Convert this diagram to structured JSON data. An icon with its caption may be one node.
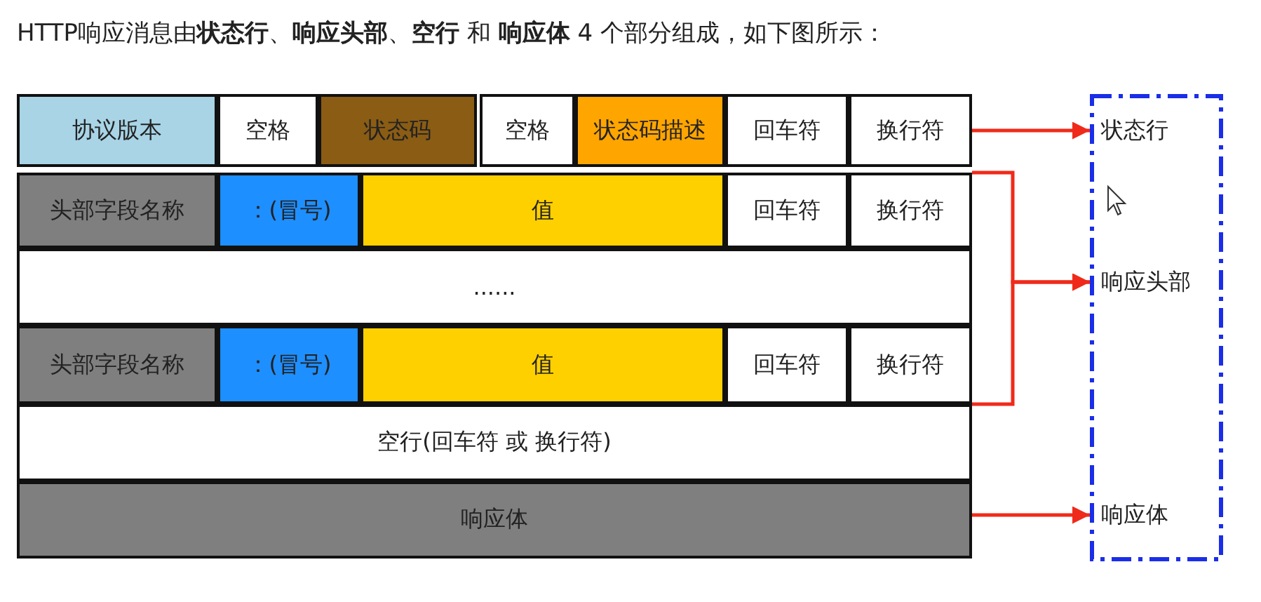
{
  "diagram": {
    "title": "HTTP响应消息由**状态行**、**响应头部**、**空行** 和 **响应体** 4 个部分组成，如下图所示：",
    "nodes": [
      {
        "text": [
          "协议版本"
        ]
      },
      {
        "text": [
          "空格"
        ]
      },
      {
        "text": [
          "状态码"
        ]
      },
      {
        "text": [
          "空格"
        ]
      },
      {
        "text": [
          "状态码描述"
        ]
      },
      {
        "text": [
          "回车符"
        ]
      },
      {
        "text": [
          "换行符"
        ]
      },
      {
        "text": [
          "头部字段名称"
        ]
      },
      {
        "text": [
          "：(冒号)"
        ]
      },
      {
        "text": [
          "值"
        ]
      },
      {
        "text": [
          "回车符"
        ]
      },
      {
        "text": [
          "换行符"
        ]
      },
      {
        "text": [
          "......"
        ]
      },
      {
        "text": [
          "头部字段名称"
        ]
      },
      {
        "text": [
          "：(冒号)"
        ]
      },
      {
        "text": [
          "值"
        ]
      },
      {
        "text": [
          "回车符"
        ]
      },
      {
        "text": [
          "换行符"
        ]
      },
      {
        "text": [
          "空行(回车符 或 换行符)"
        ]
      },
      {
        "text": [
          "响应体"
        ]
      },
      {
        "text": [],
        "shape": "box"
      },
      {
        "text": [
          "状态行"
        ],
        "in": 20
      },
      {
        "text": [
          "响应头部"
        ],
        "in": 20
      },
      {
        "text": [
          "响应体"
        ],
        "in": 20
      }
    ],
    "edges": [
      {
        "from": 6,
        "to": 21,
        "arrow": "to"
      },
      {
        "from": 11,
        "to": 22,
        "arrow": "to"
      },
      {
        "from": 17,
        "to": 22,
        "arrow": "to"
      },
      {
        "from": 19,
        "to": 23,
        "arrow": "to"
      }
    ]
  }
}
